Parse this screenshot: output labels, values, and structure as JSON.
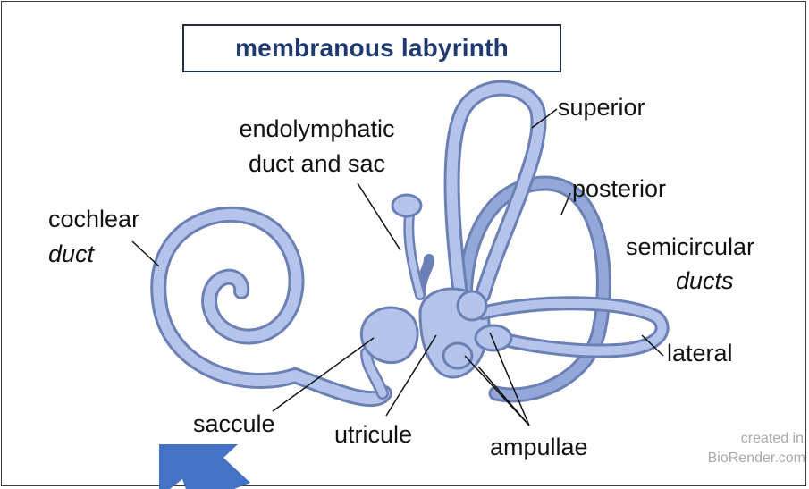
{
  "title": "membranous labyrinth",
  "labels": {
    "superior": "superior",
    "endolymphatic_1": "endolymphatic",
    "endolymphatic_2": "duct and sac",
    "posterior": "posterior",
    "cochlear_1": "cochlear",
    "cochlear_2": "duct",
    "semicircular_1": "semicircular",
    "semicircular_2": "ducts",
    "lateral": "lateral",
    "saccule": "saccule",
    "utricule": "utricule",
    "ampullae": "ampullae"
  },
  "credit": {
    "line1": "created in",
    "line2": "BioRender.com"
  },
  "colors": {
    "title_text": "#1f3a6e",
    "structure_fill": "#a9bbe3",
    "structure_stroke": "#6b80b4",
    "arrow": "#4472c4"
  }
}
